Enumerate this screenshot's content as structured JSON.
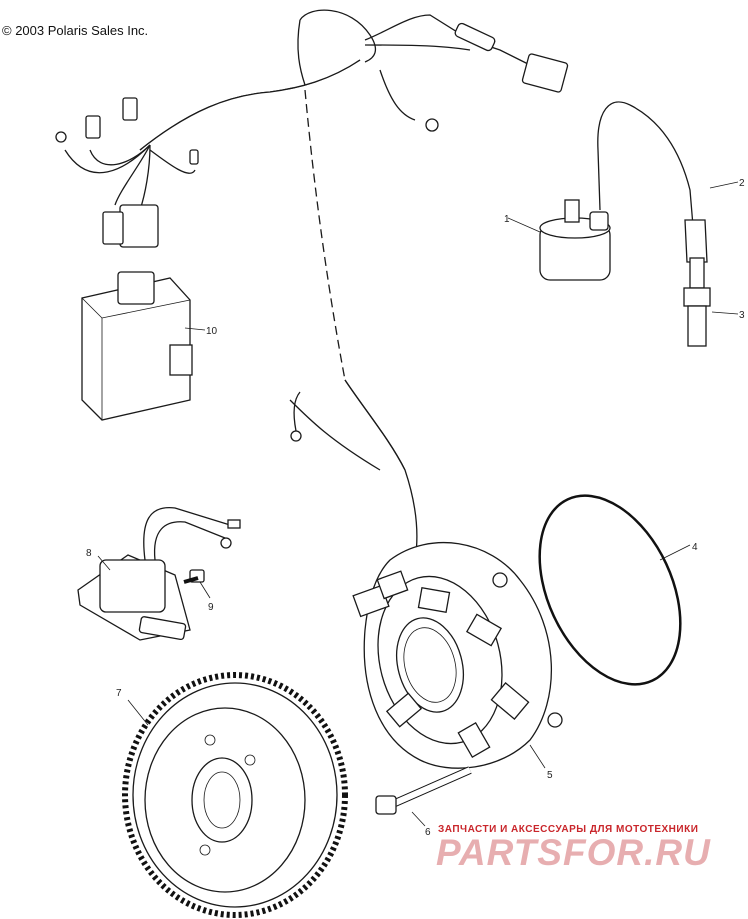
{
  "copyright": "© 2003 Polaris Sales Inc.",
  "callouts": [
    "1",
    "2",
    "3",
    "4",
    "5",
    "6",
    "7",
    "8",
    "9",
    "10"
  ],
  "watermark": {
    "tagline": "ЗАПЧАСТИ И АКСЕССУАРЫ ДЛЯ МОТОТЕХНИКИ",
    "brand": "PARTSFOR.RU",
    "color": "#c9262b"
  }
}
